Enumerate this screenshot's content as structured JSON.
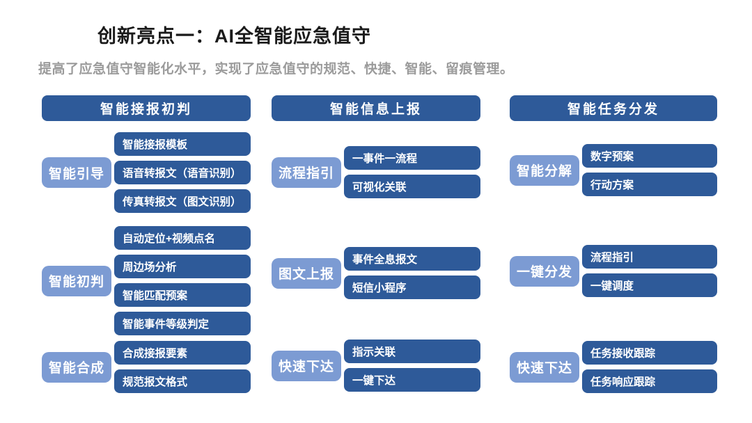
{
  "slide": {
    "title": "创新亮点一：AI全智能应急值守",
    "subtitle": "提高了应急值守智能化水平，实现了应急值守的规范、快捷、智能、留痕管理。"
  },
  "colors": {
    "dark_blue": "#2e5a99",
    "light_blue": "#7c9bd3",
    "title_text": "#1a1a1a",
    "subtitle_text": "#9b9b9b",
    "box_text": "#ffffff"
  },
  "columns": [
    {
      "header": "智能接报初判",
      "groups": [
        {
          "label": "智能引导",
          "items": [
            "智能接报模板",
            "语音转报文（语音识别）",
            "传真转报文（图文识别）"
          ]
        },
        {
          "label": "智能初判",
          "items": [
            "自动定位+视频点名",
            "周边场分析",
            "智能匹配预案",
            "智能事件等级判定"
          ]
        },
        {
          "label": "智能合成",
          "items": [
            "合成接报要素",
            "规范报文格式"
          ]
        }
      ]
    },
    {
      "header": "智能信息上报",
      "groups": [
        {
          "label": "流程指引",
          "items": [
            "一事件一流程",
            "可视化关联"
          ]
        },
        {
          "label": "图文上报",
          "items": [
            "事件全息报文",
            "短信小程序"
          ]
        },
        {
          "label": "快速下达",
          "items": [
            "指示关联",
            "一键下达"
          ]
        }
      ]
    },
    {
      "header": "智能任务分发",
      "groups": [
        {
          "label": "智能分解",
          "items": [
            "数字预案",
            "行动方案"
          ]
        },
        {
          "label": "一键分发",
          "items": [
            "流程指引",
            "一键调度"
          ]
        },
        {
          "label": "快速下达",
          "items": [
            "任务接收跟踪",
            "任务响应跟踪"
          ]
        }
      ]
    }
  ]
}
